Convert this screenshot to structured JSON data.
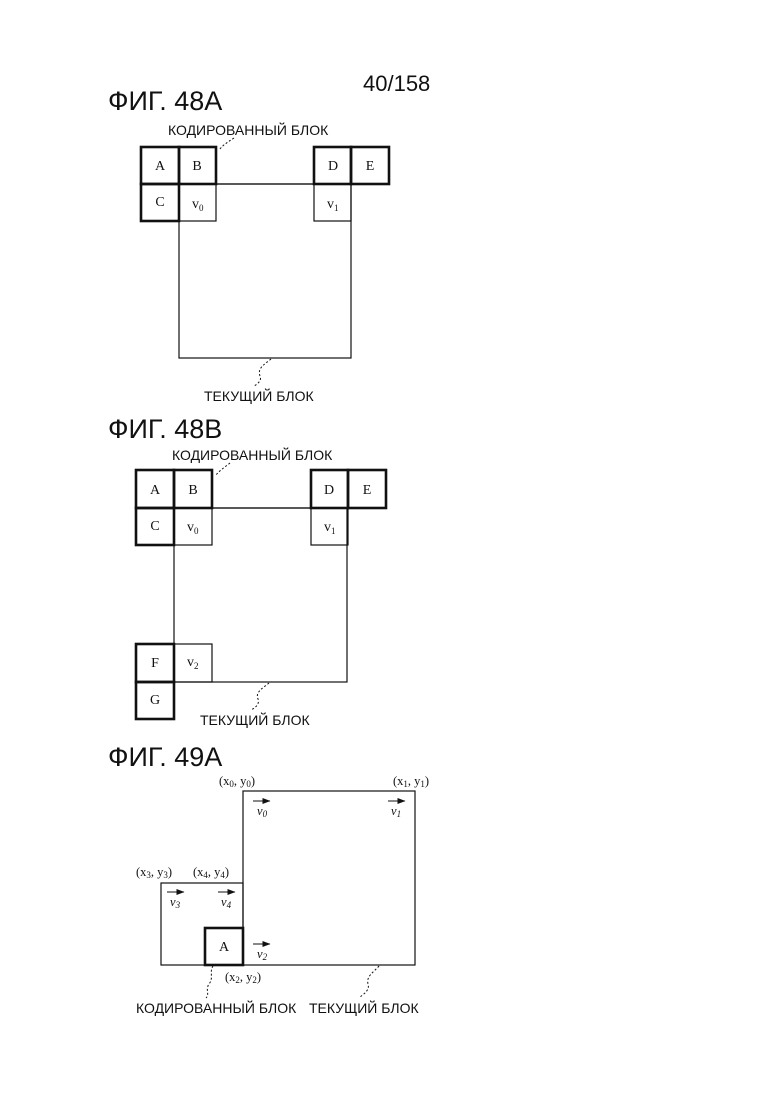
{
  "page_number": "40/158",
  "labels": {
    "coded_block": "КОДИРОВАННЫЙ БЛОК",
    "current_block": "ТЕКУЩИЙ БЛОК"
  },
  "fig48a": {
    "title": "ФИГ. 48А",
    "cells": {
      "a": "A",
      "b": "B",
      "c": "C",
      "d": "D",
      "e": "E"
    },
    "v0": {
      "base": "v",
      "sub": "0"
    },
    "v1": {
      "base": "v",
      "sub": "1"
    }
  },
  "fig48b": {
    "title": "ФИГ. 48В",
    "cells": {
      "a": "A",
      "b": "B",
      "c": "C",
      "d": "D",
      "e": "E",
      "f": "F",
      "g": "G"
    },
    "v0": {
      "base": "v",
      "sub": "0"
    },
    "v1": {
      "base": "v",
      "sub": "1"
    },
    "v2": {
      "base": "v",
      "sub": "2"
    }
  },
  "fig49a": {
    "title": "ФИГ. 49А",
    "block_a": "A",
    "points": {
      "p0": {
        "x": "x",
        "xs": "0",
        "y": "y",
        "ys": "0",
        "vec": "v",
        "vs": "0"
      },
      "p1": {
        "x": "x",
        "xs": "1",
        "y": "y",
        "ys": "1",
        "vec": "v",
        "vs": "1"
      },
      "p2": {
        "x": "x",
        "xs": "2",
        "y": "y",
        "ys": "2",
        "vec": "v",
        "vs": "2"
      },
      "p3": {
        "x": "x",
        "xs": "3",
        "y": "y",
        "ys": "3",
        "vec": "v",
        "vs": "3"
      },
      "p4": {
        "x": "x",
        "xs": "4",
        "y": "y",
        "ys": "4",
        "vec": "v",
        "vs": "4"
      }
    }
  }
}
